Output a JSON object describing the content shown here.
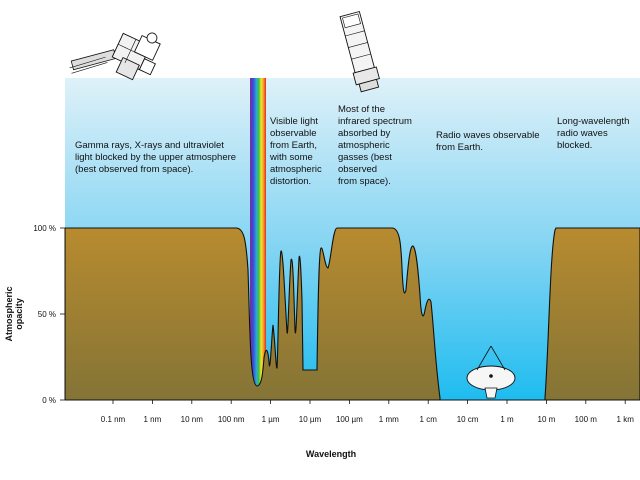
{
  "chart_data": {
    "type": "area",
    "xlabel": "Wavelength",
    "ylabel": "Atmospheric opacity",
    "x_scale": "log",
    "y_ticks": [
      "100 %",
      "50 %",
      "0 %"
    ],
    "x_ticks": [
      "0.1 nm",
      "1 nm",
      "10 nm",
      "100 nm",
      "1 µm",
      "10 µm",
      "100 µm",
      "1 mm",
      "1 cm",
      "10 cm",
      "1 m",
      "10 m",
      "100 m",
      "1 km"
    ],
    "annotations": [
      "Gamma rays, X-rays and ultraviolet\nlight blocked by the upper atmosphere\n(best observed from space).",
      "Visible light\nobservable\nfrom Earth,\nwith some\natmospheric\ndistortion.",
      "Most of the\ninfrared spectrum\nabsorbed by\natmospheric\ngasses (best\nobserved\nfrom space).",
      "Radio waves observable\nfrom Earth.",
      "Long-wavelength\nradio waves\nblocked."
    ],
    "colors": {
      "sky_top": "#d8eef8",
      "sky_bottom": "#2cc0f0",
      "ground_top": "#b5892e",
      "ground_bottom": "#857336"
    },
    "icons": [
      "satellite-icon",
      "space-telescope-icon",
      "rainbow-band-icon",
      "radio-dish-icon"
    ]
  }
}
